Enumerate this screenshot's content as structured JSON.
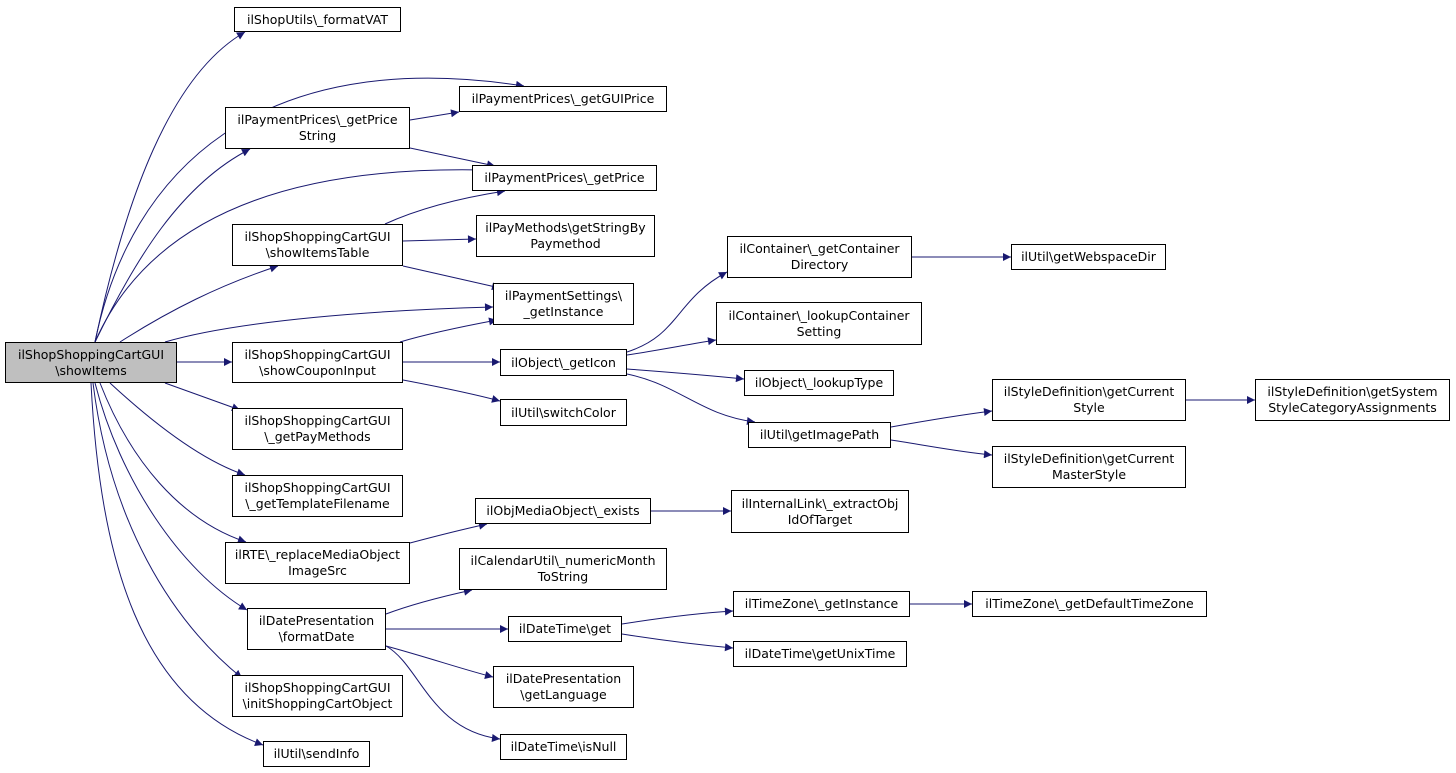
{
  "colors": {
    "edge": "#191970",
    "node_border": "#000000",
    "node_fill": "#ffffff",
    "root_fill": "#bfbfbf",
    "background": "#ffffff"
  },
  "nodes": {
    "root": {
      "lines": [
        "ilShopShoppingCartGUI",
        "\\showItems"
      ]
    },
    "formatVAT": {
      "lines": [
        "ilShopUtils\\_formatVAT"
      ]
    },
    "getPriceString": {
      "lines": [
        "ilPaymentPrices\\_getPrice",
        "String"
      ]
    },
    "getGUIPrice": {
      "lines": [
        "ilPaymentPrices\\_getGUIPrice"
      ]
    },
    "getPrice": {
      "lines": [
        "ilPaymentPrices\\_getPrice"
      ]
    },
    "showItemsTable": {
      "lines": [
        "ilShopShoppingCartGUI",
        "\\showItemsTable"
      ]
    },
    "getStringByPaymethod": {
      "lines": [
        "ilPayMethods\\getStringBy",
        "Paymethod"
      ]
    },
    "paymentSettingsGetInstance": {
      "lines": [
        "ilPaymentSettings\\",
        "_getInstance"
      ]
    },
    "showCouponInput": {
      "lines": [
        "ilShopShoppingCartGUI",
        "\\showCouponInput"
      ]
    },
    "getIcon": {
      "lines": [
        "ilObject\\_getIcon"
      ]
    },
    "switchColor": {
      "lines": [
        "ilUtil\\switchColor"
      ]
    },
    "getContainerDirectory": {
      "lines": [
        "ilContainer\\_getContainer",
        "Directory"
      ]
    },
    "getWebspaceDir": {
      "lines": [
        "ilUtil\\getWebspaceDir"
      ]
    },
    "lookupContainerSetting": {
      "lines": [
        "ilContainer\\_lookupContainer",
        "Setting"
      ]
    },
    "lookupType": {
      "lines": [
        "ilObject\\_lookupType"
      ]
    },
    "getImagePath": {
      "lines": [
        "ilUtil\\getImagePath"
      ]
    },
    "getCurrentStyle": {
      "lines": [
        "ilStyleDefinition\\getCurrent",
        "Style"
      ]
    },
    "getSystemStyleCategoryAssignments": {
      "lines": [
        "ilStyleDefinition\\getSystem",
        "StyleCategoryAssignments"
      ]
    },
    "getCurrentMasterStyle": {
      "lines": [
        "ilStyleDefinition\\getCurrent",
        "MasterStyle"
      ]
    },
    "getPayMethods": {
      "lines": [
        "ilShopShoppingCartGUI",
        "\\_getPayMethods"
      ]
    },
    "getTemplateFilename": {
      "lines": [
        "ilShopShoppingCartGUI",
        "\\_getTemplateFilename"
      ]
    },
    "mediaObjectExists": {
      "lines": [
        "ilObjMediaObject\\_exists"
      ]
    },
    "extractObjIdOfTarget": {
      "lines": [
        "ilInternalLink\\_extractObj",
        "IdOfTarget"
      ]
    },
    "replaceMediaObjectImageSrc": {
      "lines": [
        "ilRTE\\_replaceMediaObject",
        "ImageSrc"
      ]
    },
    "numericMonthToString": {
      "lines": [
        "ilCalendarUtil\\_numericMonth",
        "ToString"
      ]
    },
    "formatDate": {
      "lines": [
        "ilDatePresentation",
        "\\formatDate"
      ]
    },
    "dateTimeGet": {
      "lines": [
        "ilDateTime\\get"
      ]
    },
    "timeZoneGetInstance": {
      "lines": [
        "ilTimeZone\\_getInstance"
      ]
    },
    "getDefaultTimeZone": {
      "lines": [
        "ilTimeZone\\_getDefaultTimeZone"
      ]
    },
    "getUnixTime": {
      "lines": [
        "ilDateTime\\getUnixTime"
      ]
    },
    "getLanguage": {
      "lines": [
        "ilDatePresentation",
        "\\getLanguage"
      ]
    },
    "isNull": {
      "lines": [
        "ilDateTime\\isNull"
      ]
    },
    "initShoppingCartObject": {
      "lines": [
        "ilShopShoppingCartGUI",
        "\\initShoppingCartObject"
      ]
    },
    "sendInfo": {
      "lines": [
        "ilUtil\\sendInfo"
      ]
    }
  }
}
